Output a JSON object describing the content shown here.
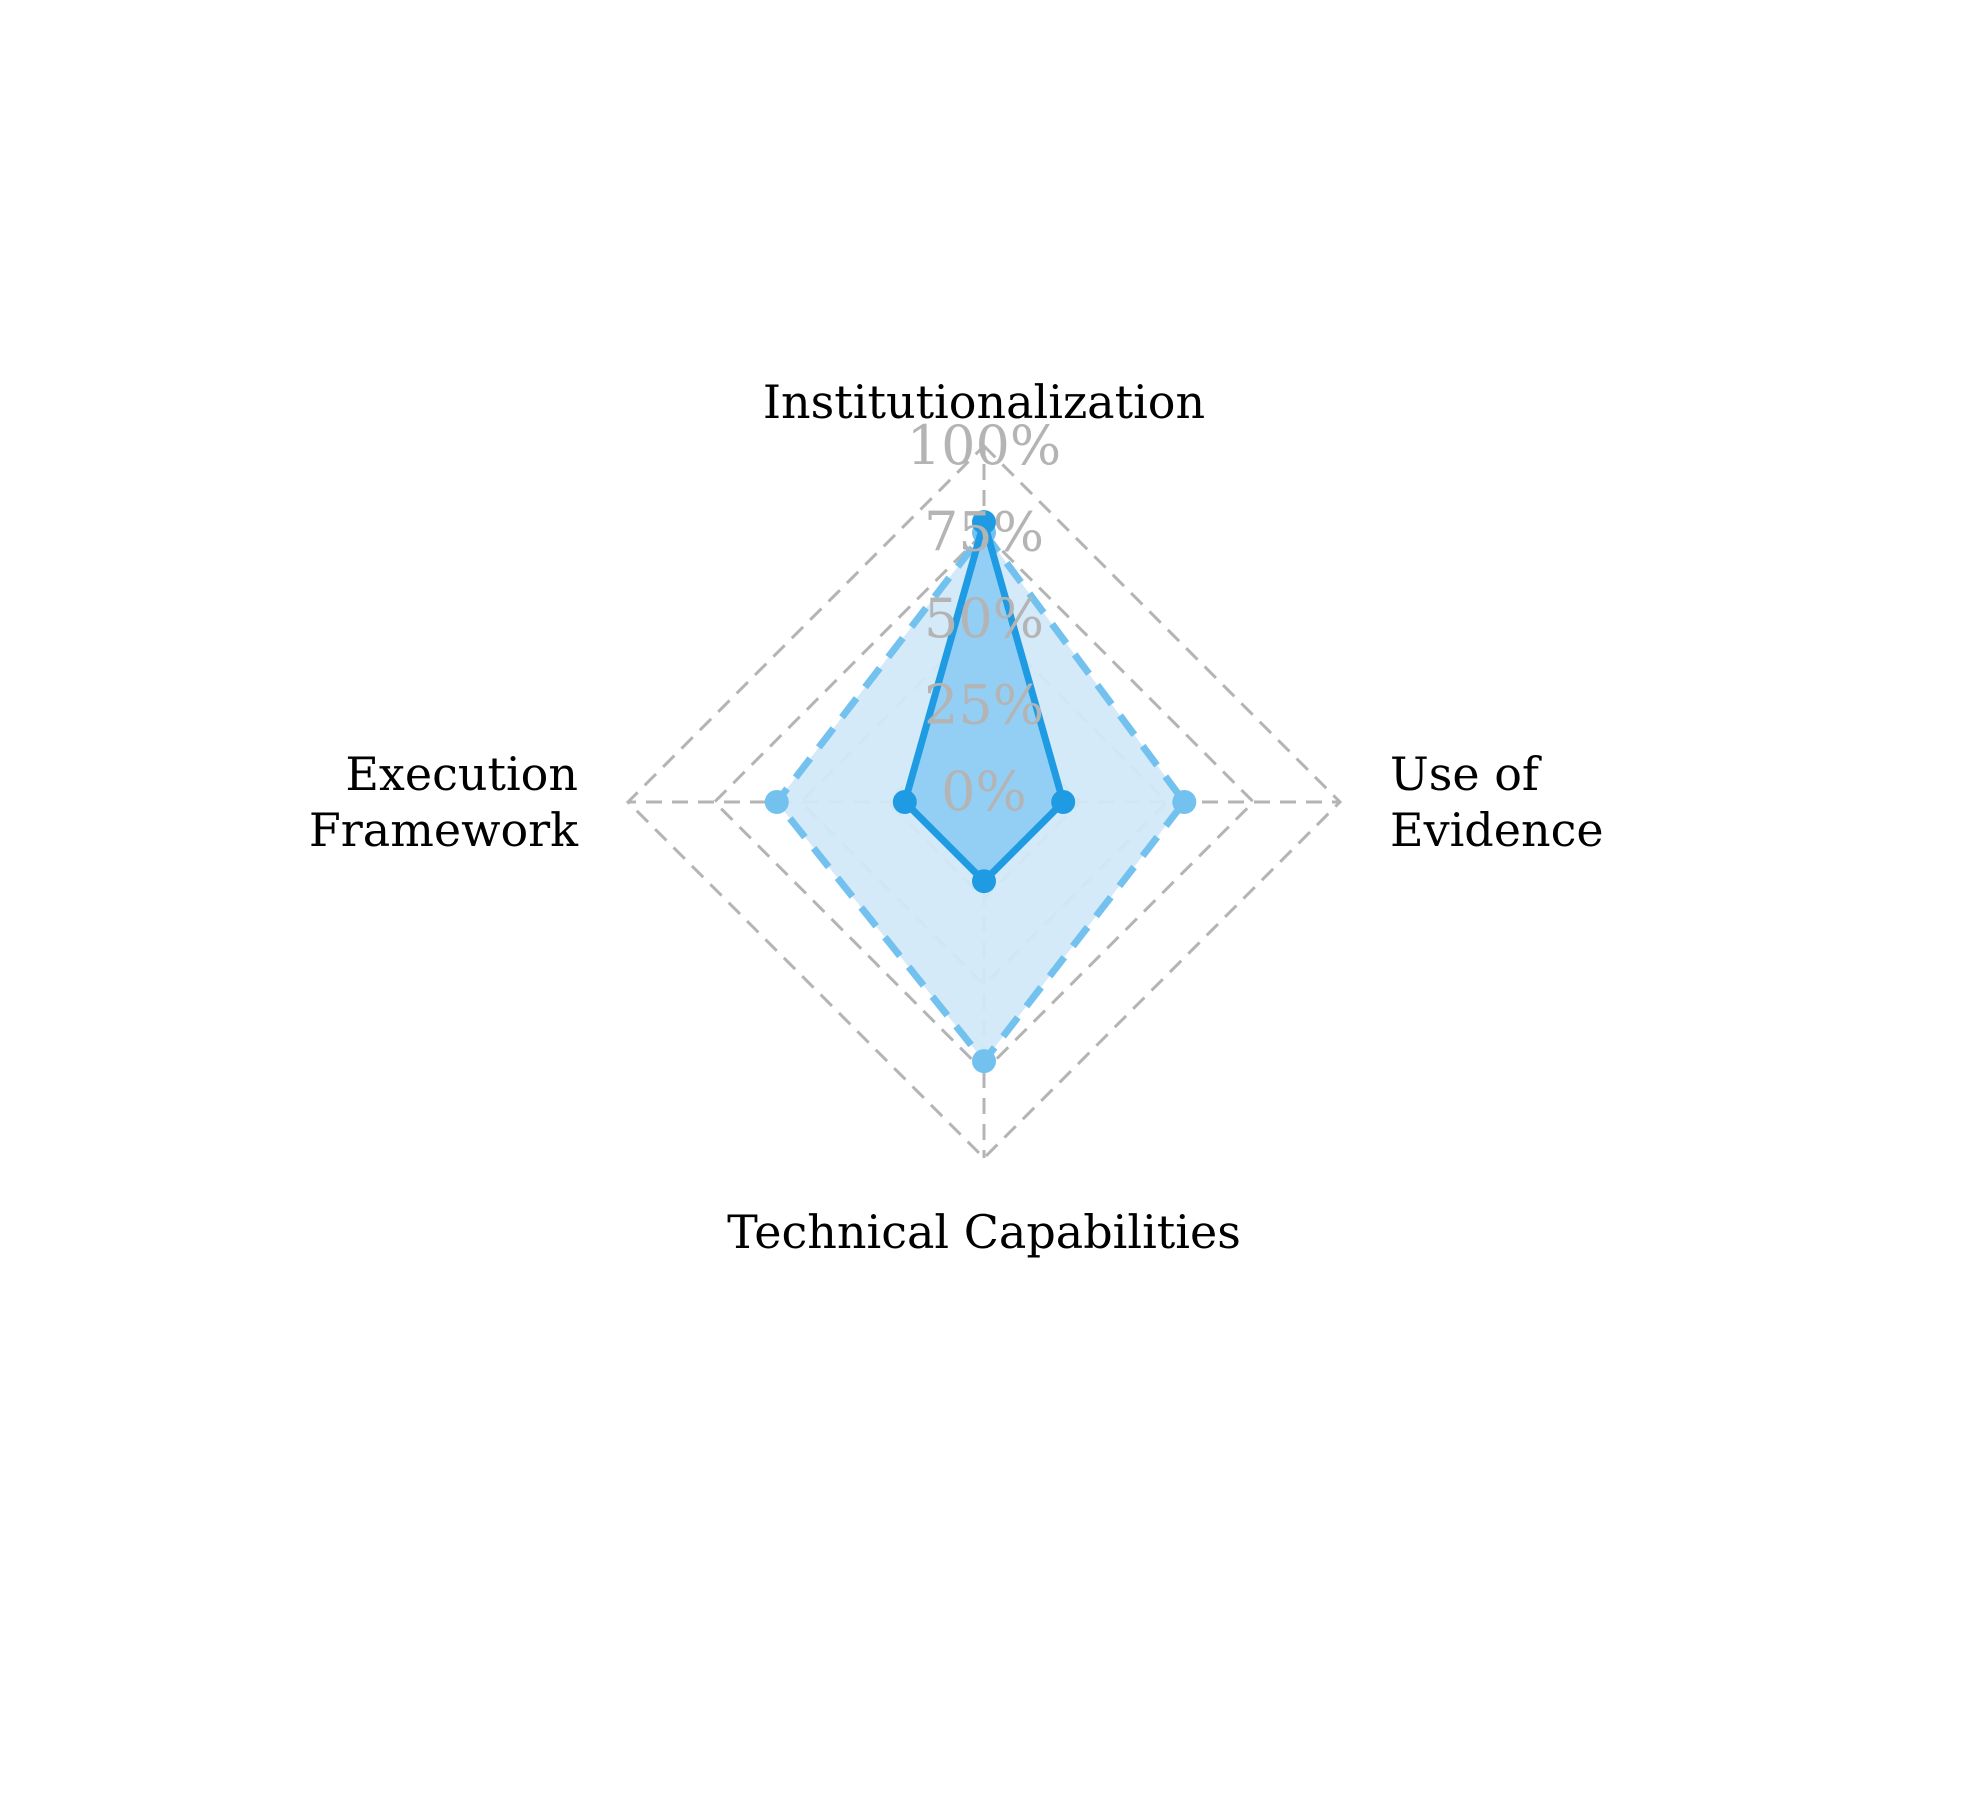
{
  "chart_data": {
    "type": "radar",
    "title": "",
    "axes": [
      "Institutionalization",
      "Use of Evidence",
      "Technical Capabilities",
      "Execution Framework"
    ],
    "axis_label_lines": [
      [
        "Institutionalization"
      ],
      [
        "Use of",
        "Evidence"
      ],
      [
        "Technical Capabilities"
      ],
      [
        "Execution",
        "Framework"
      ]
    ],
    "range": [
      0,
      100
    ],
    "ticks": [
      0,
      25,
      50,
      75,
      100
    ],
    "tick_labels": [
      "0%",
      "25%",
      "50%",
      "75%",
      "100%"
    ],
    "grid": "dashed",
    "series": [
      {
        "values": [
          78,
          20,
          20,
          20
        ],
        "style": "solid",
        "color": "#1e9be2",
        "fill": "#8cccf4"
      },
      {
        "values": [
          75,
          55,
          72,
          57
        ],
        "style": "dashed",
        "color": "#73c1ef",
        "fill": "#d3e9f8"
      }
    ]
  }
}
